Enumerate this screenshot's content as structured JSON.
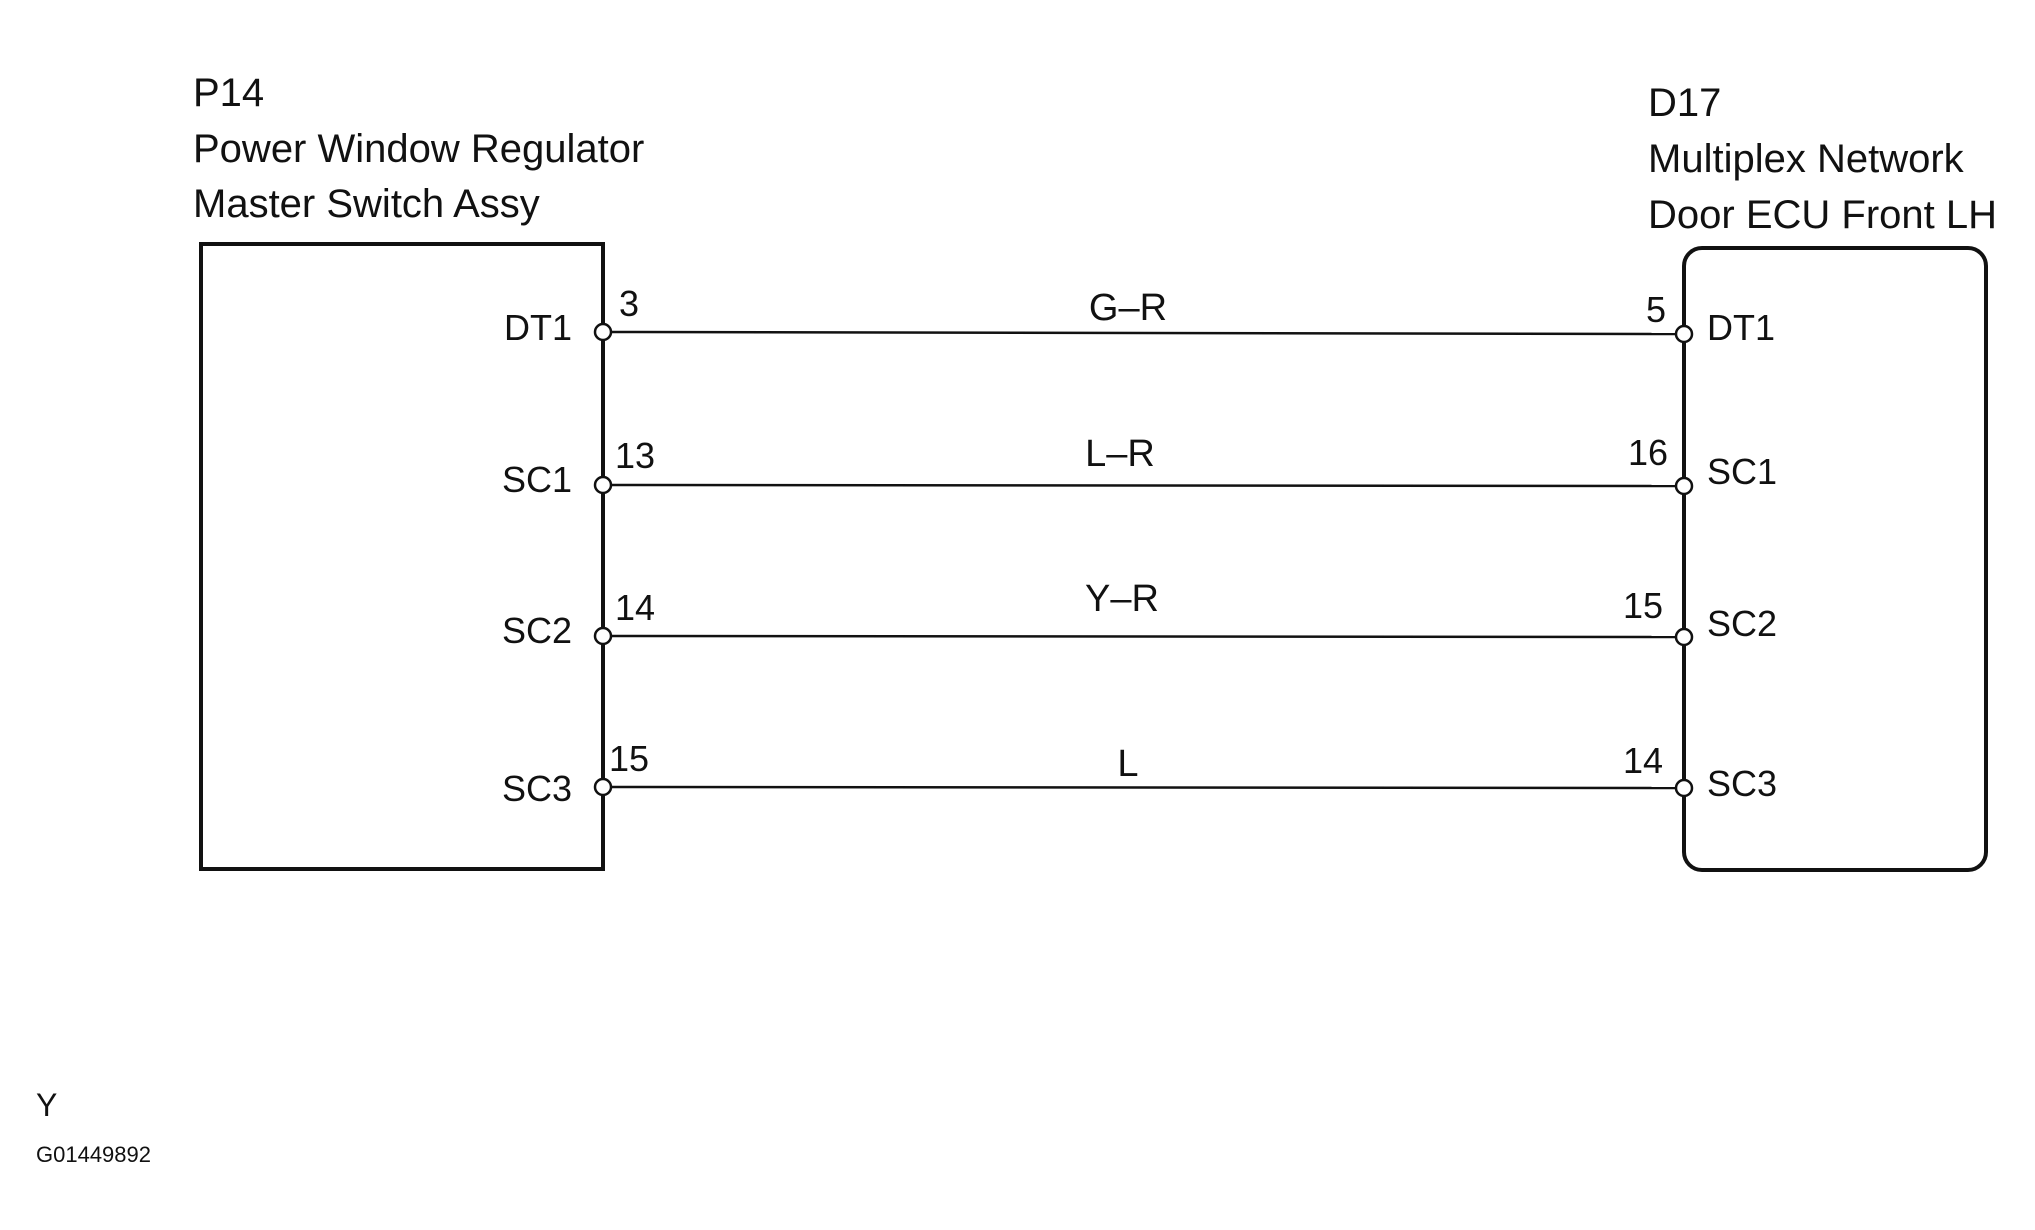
{
  "left_component": {
    "code": "P14",
    "name_line1": "Power Window Regulator",
    "name_line2": "Master Switch Assy",
    "terminals": [
      {
        "name": "DT1",
        "pin": "3"
      },
      {
        "name": "SC1",
        "pin": "13"
      },
      {
        "name": "SC2",
        "pin": "14"
      },
      {
        "name": "SC3",
        "pin": "15"
      }
    ]
  },
  "right_component": {
    "code": "D17",
    "name_line1": "Multiplex Network",
    "name_line2": "Door ECU Front LH",
    "terminals": [
      {
        "name": "DT1",
        "pin": "5"
      },
      {
        "name": "SC1",
        "pin": "16"
      },
      {
        "name": "SC2",
        "pin": "15"
      },
      {
        "name": "SC3",
        "pin": "14"
      }
    ]
  },
  "wires": [
    {
      "color_code": "G–R"
    },
    {
      "color_code": "L–R"
    },
    {
      "color_code": "Y–R"
    },
    {
      "color_code": "L"
    }
  ],
  "footer": {
    "y_mark": "Y",
    "figure_id": "G01449892"
  }
}
